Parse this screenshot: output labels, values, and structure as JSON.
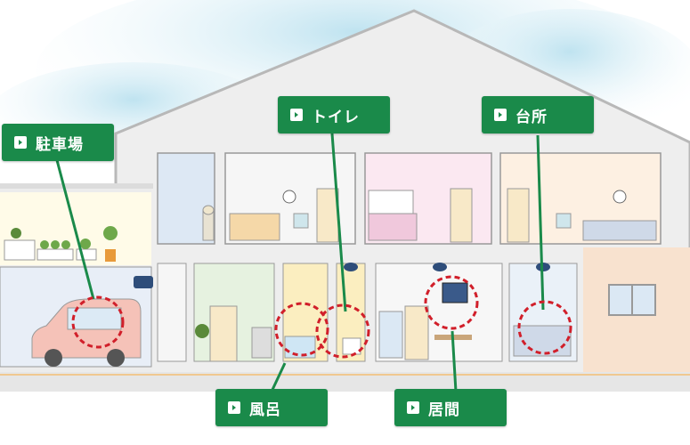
{
  "colors": {
    "label_bg": "#1a8a4a",
    "marker": "#d11f2a",
    "sky": "#cfe8f2",
    "house_outline": "#b8b8b8"
  },
  "labels": {
    "parking": "駐車場",
    "toilet": "トイレ",
    "kitchen": "台所",
    "bath": "風呂",
    "living": "居間"
  },
  "icons": {
    "label_arrow": "chevron-right-icon"
  }
}
